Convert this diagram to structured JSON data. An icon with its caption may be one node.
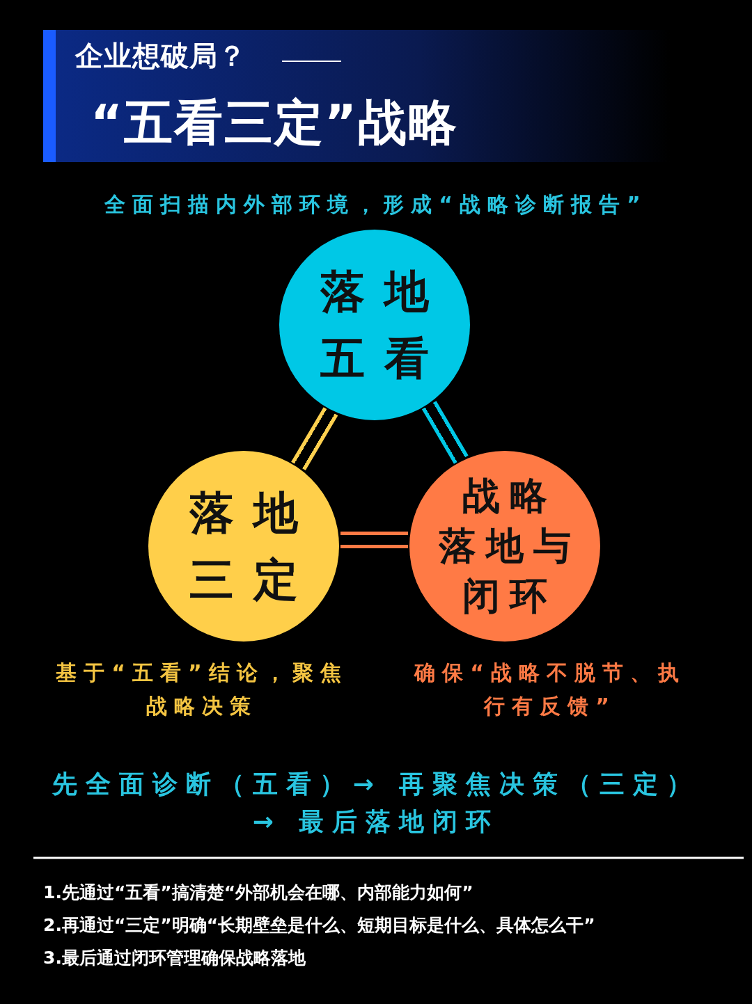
{
  "diagram": {
    "title": "“五看三定”战略",
    "nodes": [
      {
        "text": [
          "落地五看"
        ],
        "beside": [
          "全面扫描内外部环境，形成“战略诊断报告”"
        ]
      },
      {
        "text": [
          "落地三定"
        ],
        "beside": [
          "基于“五看”结论，聚焦战略决策"
        ]
      },
      {
        "text": [
          "战略落地与闭环"
        ],
        "beside": [
          "确保“战略不脱节、执行有反馈”"
        ]
      }
    ],
    "edges": [
      {
        "from": 0,
        "to": 1,
        "arrow": "none",
        "color": "#ffd04f"
      },
      {
        "from": 0,
        "to": 2,
        "arrow": "none",
        "color": "#00c8e6"
      },
      {
        "from": 1,
        "to": 2,
        "arrow": "none",
        "color": "#ff7a45"
      }
    ],
    "labels": [
      "企业想破局？",
      "先全面诊断（五看）→ 再聚焦决策（三定）→ 最后落地闭环",
      "1.先通过“五看”搞清楚“外部机会在哪、内部能力如何”",
      "2.再通过“三定”明确“长期壁垒是什么、短期目标是什么、具体怎么干”",
      "3.最后通过闭环管理确保战略落地"
    ]
  }
}
